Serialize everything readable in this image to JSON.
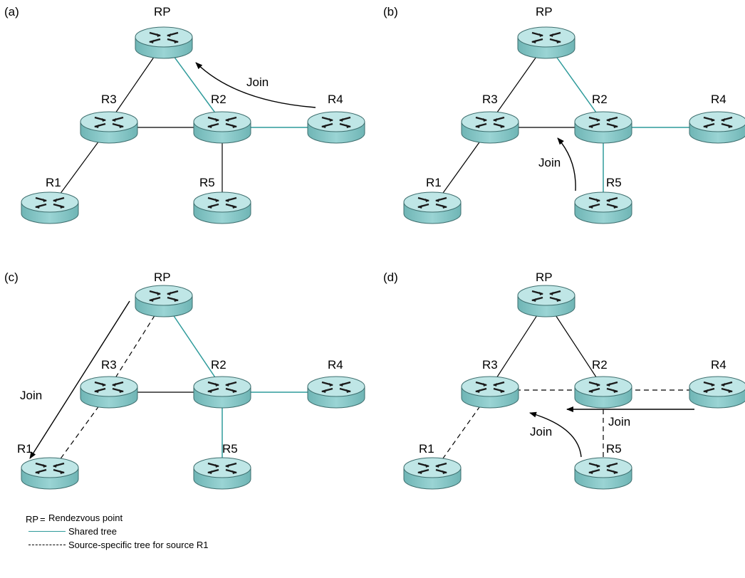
{
  "colors": {
    "shared_tree": "#2f9b9b",
    "plain_link": "#000000",
    "router_top": "#b9e3e3",
    "router_side": "#7fc6c6",
    "router_outline": "#3d6e6e"
  },
  "icon": "router-icon",
  "panels": [
    {
      "label": "(a)",
      "routers": [
        "RP",
        "R3",
        "R2",
        "R4",
        "R1",
        "R5"
      ],
      "join_labels": [
        "Join"
      ]
    },
    {
      "label": "(b)",
      "routers": [
        "RP",
        "R3",
        "R2",
        "R4",
        "R1",
        "R5"
      ],
      "join_labels": [
        "Join"
      ]
    },
    {
      "label": "(c)",
      "routers": [
        "RP",
        "R3",
        "R2",
        "R4",
        "R1",
        "R5"
      ],
      "join_labels": [
        "Join"
      ]
    },
    {
      "label": "(d)",
      "routers": [
        "RP",
        "R3",
        "R2",
        "R4",
        "R1",
        "R5"
      ],
      "join_labels": [
        "Join",
        "Join"
      ]
    }
  ],
  "legend": {
    "rp_key": "RP",
    "rp_eq": "=",
    "rp_text": "Rendezvous point",
    "shared_text": "Shared tree",
    "source_text": "Source-specific tree for source R1"
  }
}
